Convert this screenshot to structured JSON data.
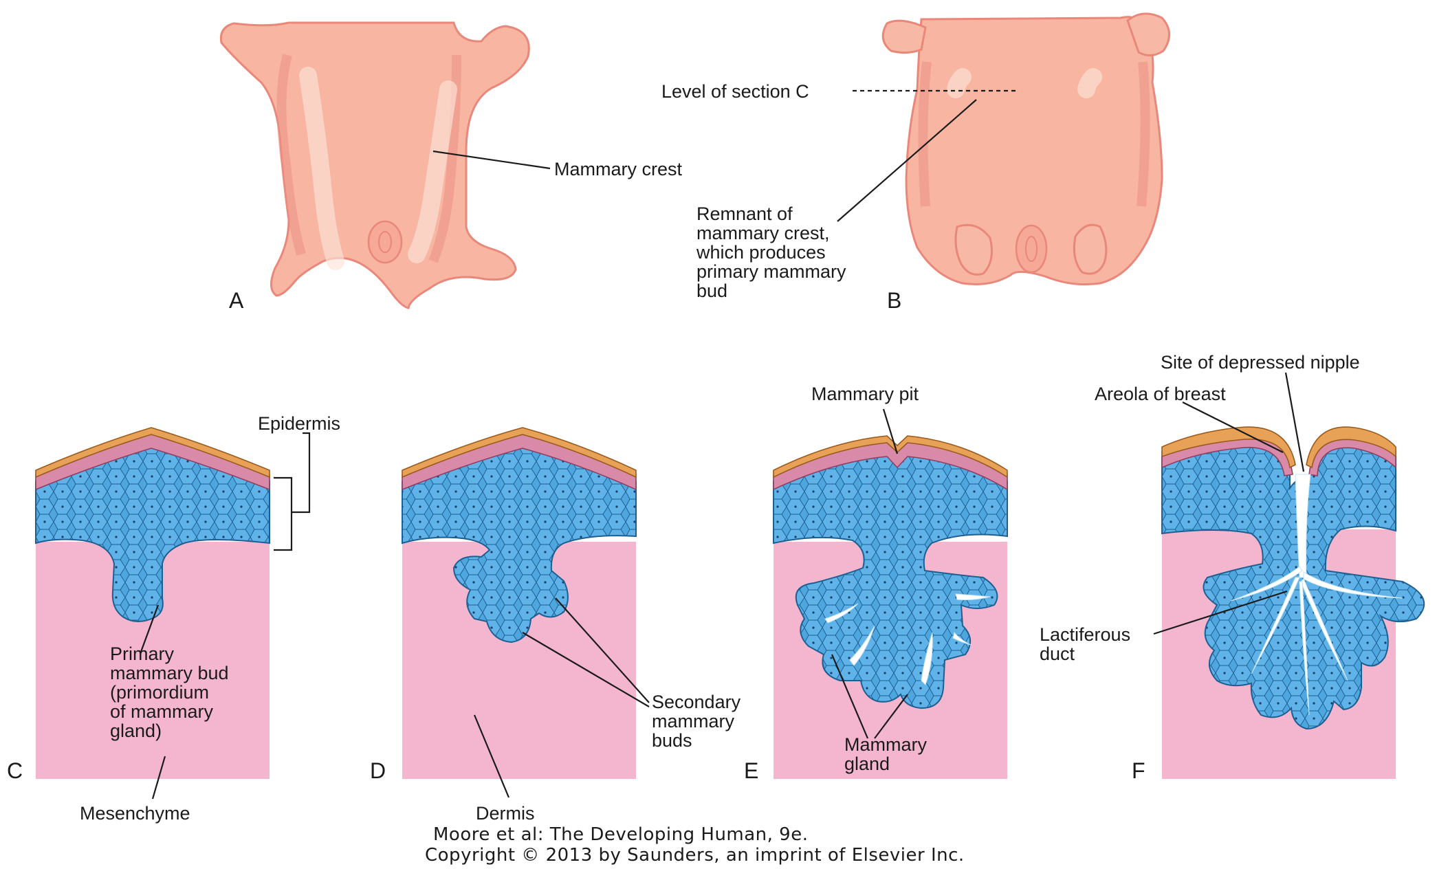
{
  "labels": {
    "a_mammary_crest": "Mammary crest",
    "b_level_section": "Level of section C",
    "b_remnant": [
      "Remnant of",
      "mammary crest,",
      "which produces",
      "primary mammary",
      "bud"
    ],
    "c_epidermis": "Epidermis",
    "c_primary_bud": [
      "Primary",
      "mammary bud",
      "(primordium",
      "of mammary",
      "gland)"
    ],
    "c_mesenchyme": "Mesenchyme",
    "d_secondary_buds": [
      "Secondary",
      "mammary",
      "buds"
    ],
    "d_dermis": "Dermis",
    "e_mammary_pit": "Mammary pit",
    "e_mammary_gland": [
      "Mammary",
      "gland"
    ],
    "f_site_nipple": "Site of depressed nipple",
    "f_areola": "Areola of breast",
    "f_lactiferous": [
      "Lactiferous",
      "duct"
    ]
  },
  "panels": [
    "A",
    "B",
    "C",
    "D",
    "E",
    "F"
  ],
  "credit": {
    "line1": "Moore et al: The Developing Human, 9e.",
    "line2": "Copyright © 2013 by Saunders, an imprint of Elsevier Inc."
  },
  "colors": {
    "embryo_skin": "#f7b5a2",
    "embryo_outline": "#e9877a",
    "dermis": "#f4b6cf",
    "epidermis_basal_cells": "#2f8ed0",
    "epidermis_pink_layer": "#d88aa8",
    "periderm_orange": "#e8a258"
  }
}
